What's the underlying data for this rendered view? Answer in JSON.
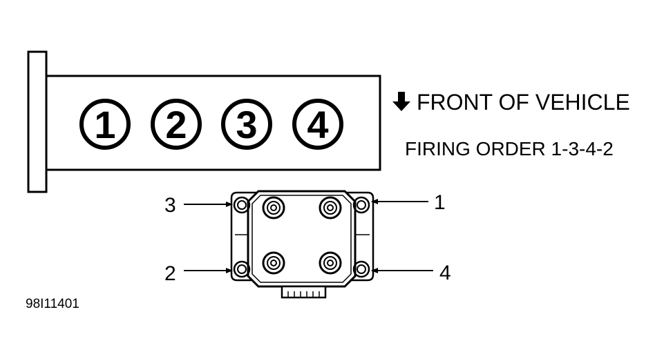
{
  "cylinders": [
    "1",
    "2",
    "3",
    "4"
  ],
  "front_label": "FRONT OF VEHICLE",
  "firing_order": "FIRING ORDER 1-3-4-2",
  "coil_callouts": {
    "top_left": "3",
    "top_right": "1",
    "bottom_left": "2",
    "bottom_right": "4"
  },
  "figure_id": "98I11401",
  "colors": {
    "ink": "#000000",
    "background": "#ffffff"
  }
}
